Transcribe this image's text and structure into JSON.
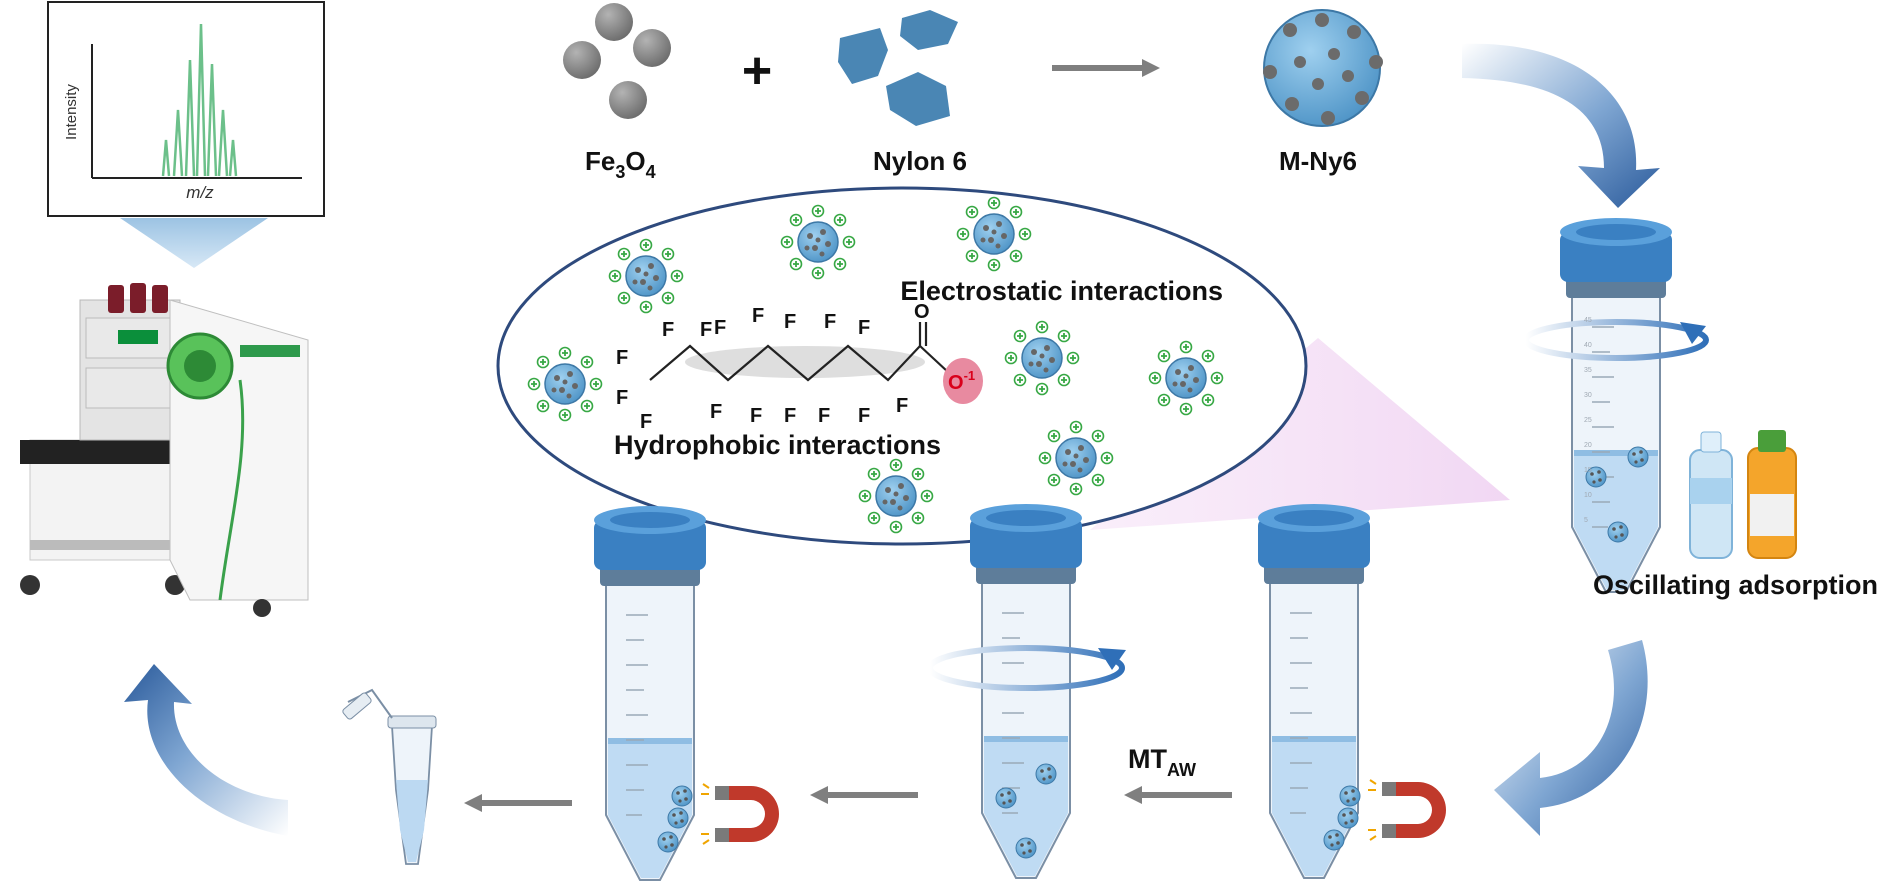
{
  "spectrum": {
    "y_label": "Intensity",
    "x_label": "m/z"
  },
  "reactants": {
    "fe3o4_main": "Fe",
    "fe3o4_sub1": "3",
    "fe3o4_o": "O",
    "fe3o4_sub2": "4",
    "plus": "+",
    "nylon": "Nylon 6",
    "product": "M-Ny6"
  },
  "interactions": {
    "electrostatic": "Electrostatic interactions",
    "hydrophobic": "Hydrophobic interactions",
    "fluorine": "F",
    "oxygen": "O",
    "anion": "O",
    "anion_charge": "-1"
  },
  "steps": {
    "oscillating": "Oscillating adsorption",
    "mtaw_main": "MT",
    "mtaw_sub": "AW"
  },
  "tube_scale": [
    "45",
    "40",
    "35",
    "30",
    "25",
    "20",
    "15",
    "10",
    "5"
  ],
  "colors": {
    "arrow_blue": "#2f5f9e",
    "cap_blue": "#3a80c2",
    "liquid": "#bcd9f2",
    "particle": "#6aaed8",
    "plus_green": "#38a845",
    "magnet_red": "#c0392b",
    "ellipse_border": "#2e4a7d"
  }
}
